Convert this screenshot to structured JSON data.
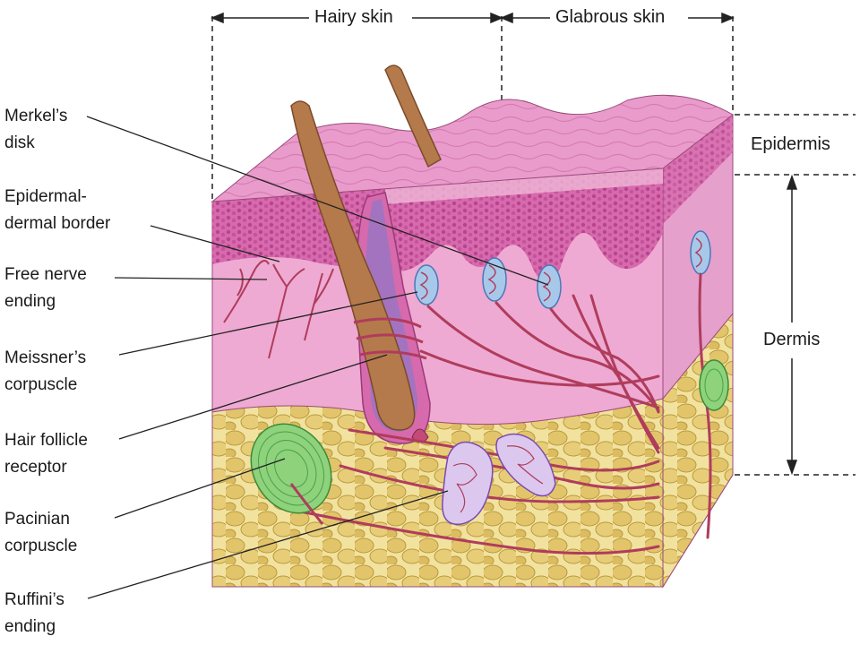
{
  "top_regions": {
    "hairy_skin": "Hairy skin",
    "glabrous_skin": "Glabrous skin"
  },
  "layers": {
    "epidermis": "Epidermis",
    "dermis": "Dermis"
  },
  "receptors": [
    {
      "line1": "Merkel’s",
      "line2": "disk"
    },
    {
      "line1": "Epidermal-",
      "line2": "dermal border"
    },
    {
      "line1": "Free nerve",
      "line2": "ending"
    },
    {
      "line1": "Meissner’s",
      "line2": "corpuscle"
    },
    {
      "line1": "Hair follicle",
      "line2": "receptor"
    },
    {
      "line1": "Pacinian",
      "line2": "corpuscle"
    },
    {
      "line1": "Ruffini’s",
      "line2": "ending"
    }
  ],
  "colors": {
    "epidermis_pink": "#d65aa8",
    "dermis_pink": "#eeaad2",
    "subcutaneous_fat": "#e8d27a",
    "hair_shaft": "#b47a4c",
    "nerve_fiber": "#b03c5c",
    "pacinian_green": "#8ed27c",
    "ruffini_lilac": "#dcc8ee",
    "meissner_blue": "#a8c8ea"
  }
}
